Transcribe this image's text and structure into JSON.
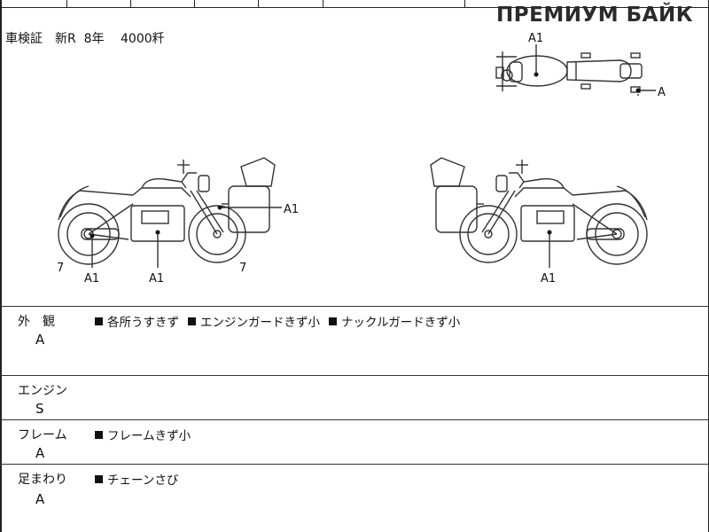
{
  "watermark": "ПРЕМИУМ БАЙК",
  "registration": {
    "label": "車検証",
    "status": "新R",
    "year": "8年",
    "distance": "4000粁"
  },
  "diagram": {
    "marks": [
      "A1",
      "A",
      "A1",
      "7",
      "A1",
      "A1",
      "7",
      "A1"
    ]
  },
  "sections": [
    {
      "label": "外　観",
      "grade": "A",
      "notes": [
        "各所うすきず",
        "エンジンガードきず小",
        "ナックルガードきず小"
      ]
    },
    {
      "label": "エンジン",
      "grade": "S",
      "notes": []
    },
    {
      "label": "フレーム",
      "grade": "A",
      "notes": [
        "フレームきず小"
      ]
    },
    {
      "label": "足まわり",
      "grade": "A",
      "notes": [
        "チェーンさび"
      ]
    }
  ],
  "colors": {
    "line": "#222222",
    "text": "#111111",
    "background": "#ffffff"
  }
}
